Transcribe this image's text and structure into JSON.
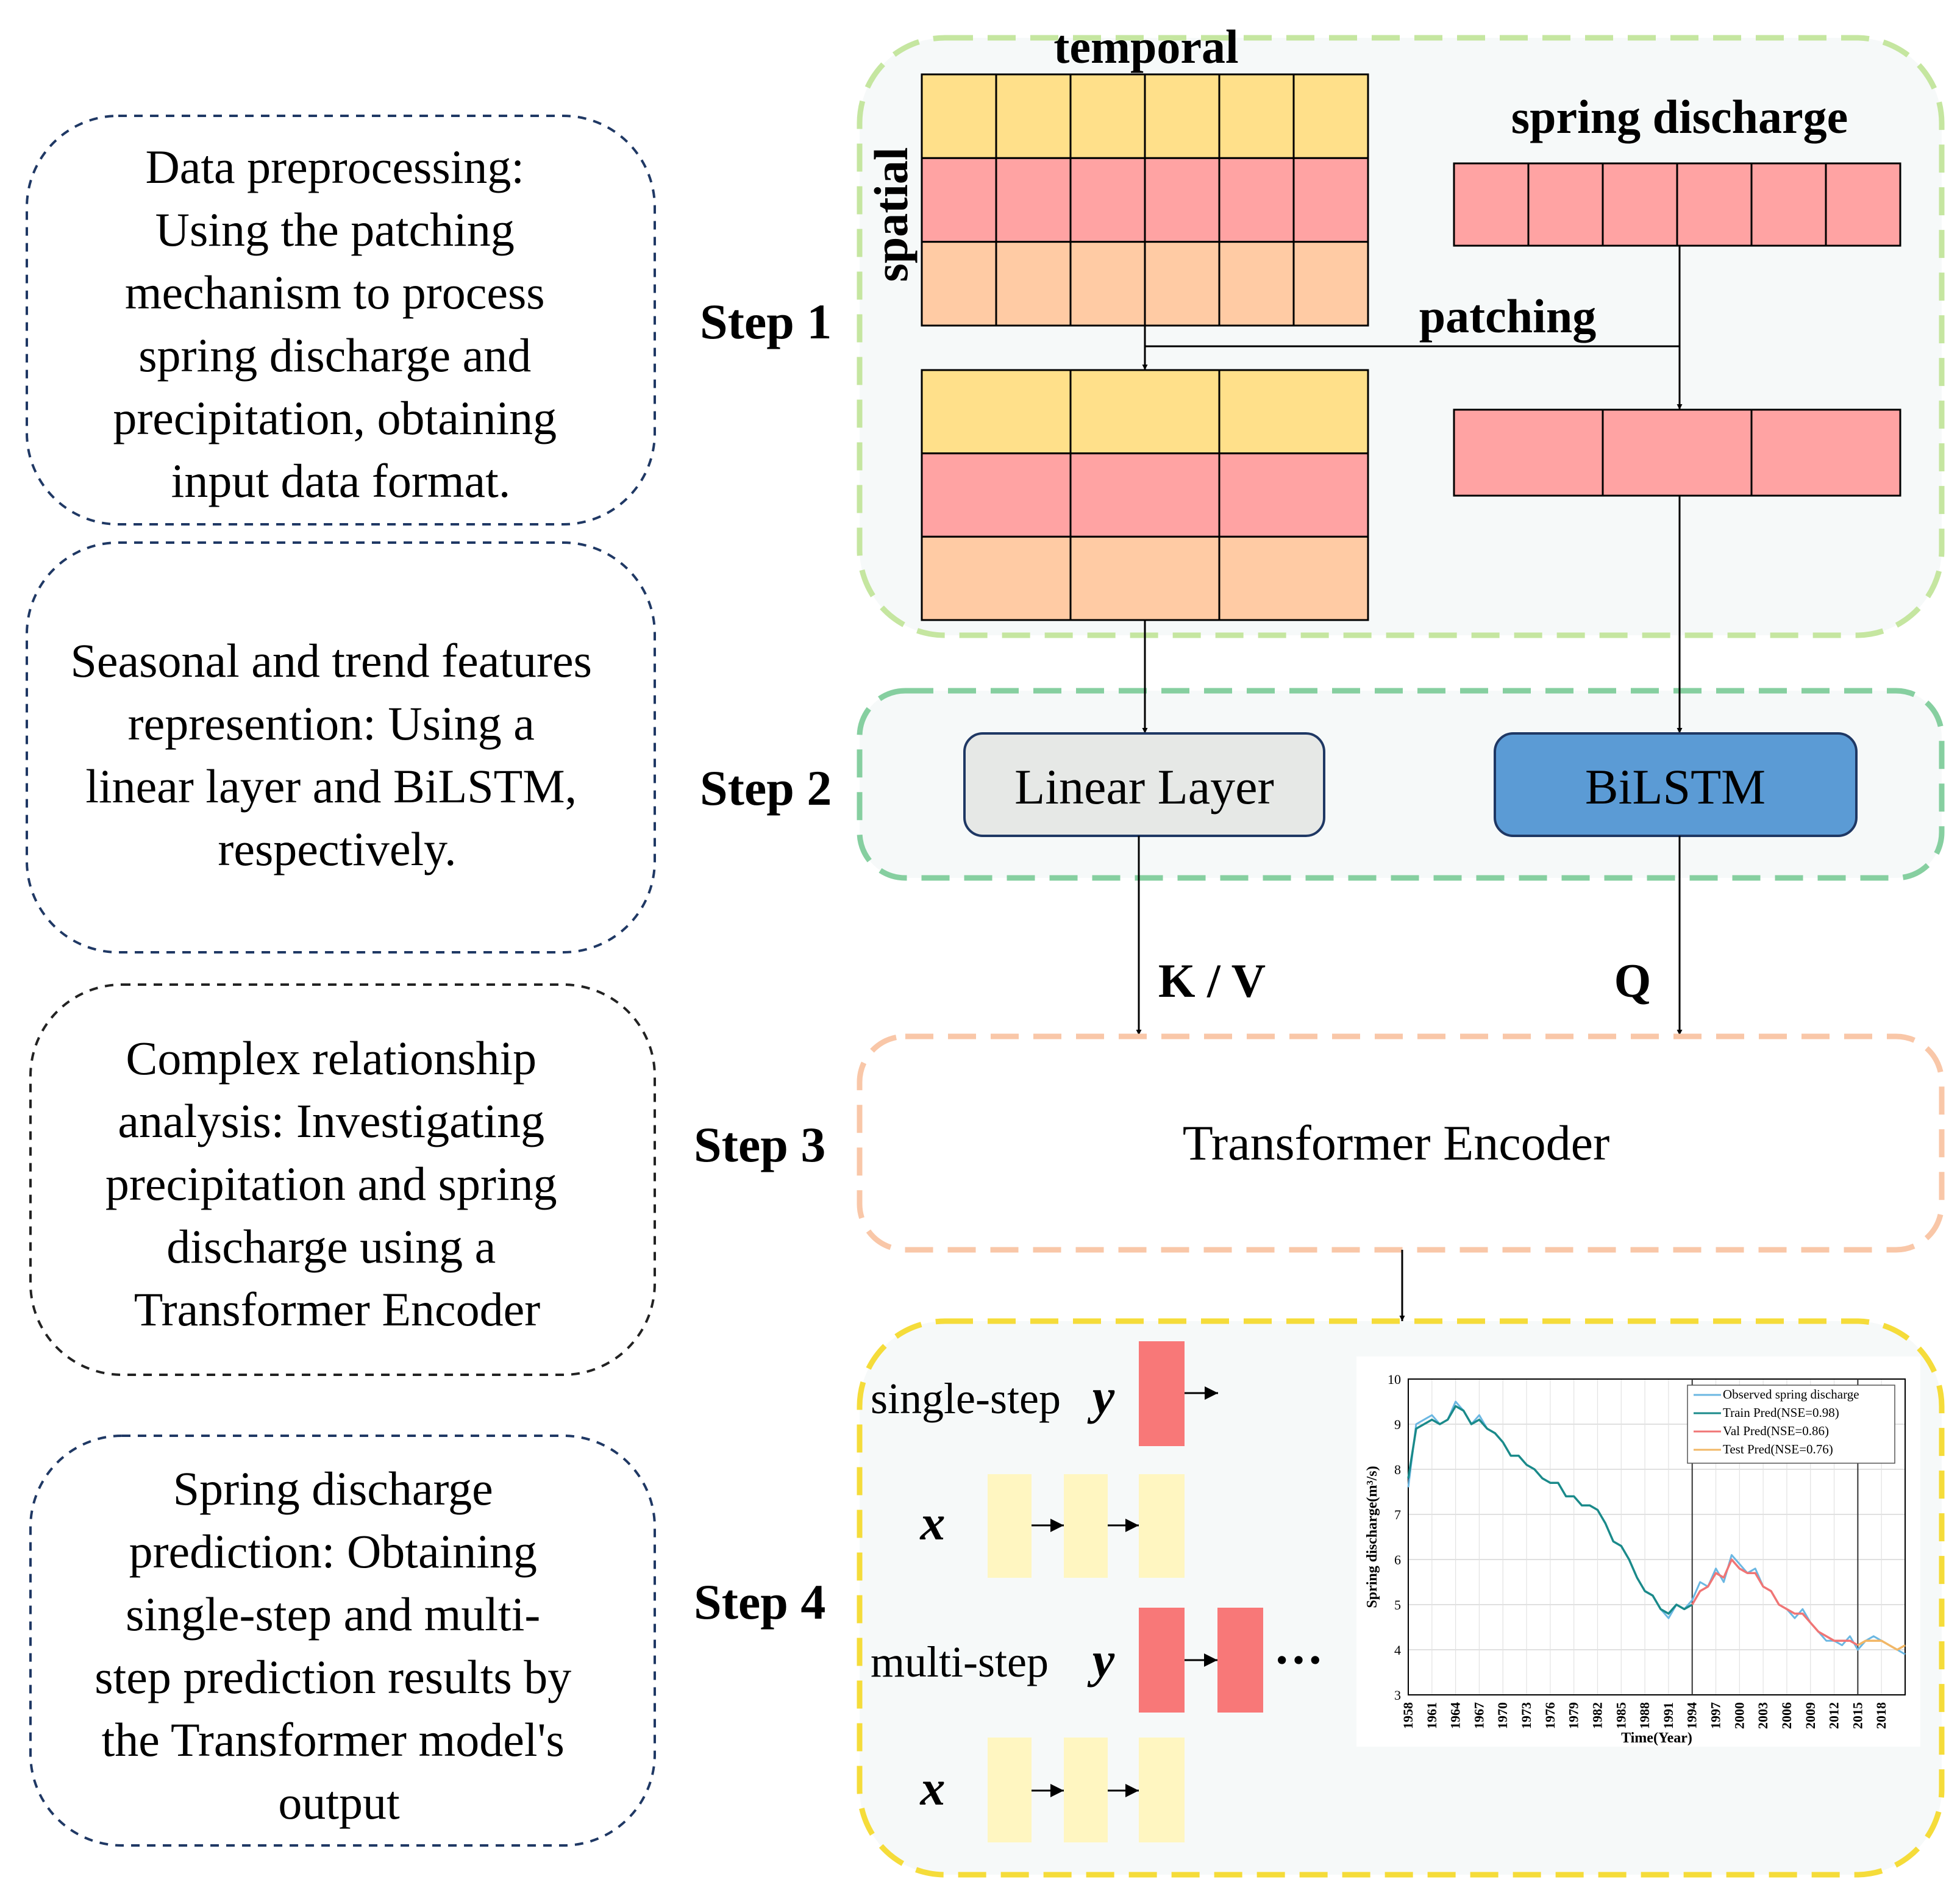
{
  "left_boxes": [
    {
      "lines": [
        "Data preprocessing:",
        "Using the patching",
        "mechanism to process",
        "spring discharge and",
        "precipitation, obtaining",
        "input data format."
      ]
    },
    {
      "lines": [
        "Seasonal and trend features",
        "represention: Using a",
        "linear layer and BiLSTM,",
        "respectively."
      ]
    },
    {
      "lines": [
        "Complex relationship",
        "analysis: Investigating",
        "precipitation and spring",
        "discharge using a",
        "Transformer Encoder"
      ]
    },
    {
      "lines": [
        "Spring discharge",
        "prediction: Obtaining",
        "single-step and multi-",
        "step prediction results by",
        "the Transformer model's",
        "output"
      ]
    }
  ],
  "steps": [
    "Step 1",
    "Step 2",
    "Step 3",
    "Step 4"
  ],
  "step1": {
    "temporal": "temporal",
    "spatial": "spatial",
    "spring_discharge": "spring discharge",
    "patching": "patching"
  },
  "step2": {
    "linear": "Linear Layer",
    "bilstm": "BiLSTM"
  },
  "arrows": {
    "kv": "K / V",
    "q": "Q"
  },
  "step3": {
    "encoder": "Transformer Encoder"
  },
  "step4": {
    "single_step": "single-step",
    "multi_step": "multi-step",
    "y": "y",
    "x": "x",
    "dots": "···"
  },
  "colors": {
    "yellow": "#FFE08A",
    "red": "#FFA3A3",
    "orange": "#FFCBA4",
    "single_red": "#F87878",
    "input_yellow": "#FFF6C1",
    "linear_fill": "#E6E8E6",
    "bilstm_fill": "#5B9BD5",
    "step1_border": "#C5E6A0",
    "step2_border": "#86CFA0",
    "step3_border": "#F9C7A8",
    "step4_border": "#F5DC3A",
    "box_navy": "#1F3864",
    "panel_bg": "#F6F9F9"
  },
  "chart_data": {
    "type": "line",
    "xlabel": "Time(Year)",
    "ylabel": "Spring discharge(m³/s)",
    "ylim": [
      3,
      10
    ],
    "yticks": [
      3,
      4,
      5,
      6,
      7,
      8,
      9,
      10
    ],
    "xticks": [
      "1958",
      "1961",
      "1964",
      "1967",
      "1970",
      "1973",
      "1976",
      "1979",
      "1982",
      "1985",
      "1988",
      "1991",
      "1994",
      "1997",
      "2000",
      "2003",
      "2006",
      "2009",
      "2012",
      "2015",
      "2018"
    ],
    "xlim": [
      1958,
      2021
    ],
    "vlines": [
      1994,
      2015
    ],
    "grid": true,
    "legend_position": "top-right",
    "series": [
      {
        "name": "Observed spring discharge",
        "color": "#6BB7E2",
        "x": [
          1958,
          1959,
          1960,
          1961,
          1962,
          1963,
          1964,
          1965,
          1966,
          1967,
          1968,
          1969,
          1970,
          1971,
          1972,
          1973,
          1974,
          1975,
          1976,
          1977,
          1978,
          1979,
          1980,
          1981,
          1982,
          1983,
          1984,
          1985,
          1986,
          1987,
          1988,
          1989,
          1990,
          1991,
          1992,
          1993,
          1994,
          1995,
          1996,
          1997,
          1998,
          1999,
          2000,
          2001,
          2002,
          2003,
          2004,
          2005,
          2006,
          2007,
          2008,
          2009,
          2010,
          2011,
          2012,
          2013,
          2014,
          2015,
          2016,
          2017,
          2018,
          2019,
          2020,
          2021
        ],
        "y": [
          7.6,
          9.0,
          9.1,
          9.2,
          9.0,
          9.1,
          9.5,
          9.3,
          9.0,
          9.2,
          8.9,
          8.8,
          8.6,
          8.3,
          8.3,
          8.1,
          8.0,
          7.8,
          7.7,
          7.7,
          7.4,
          7.4,
          7.2,
          7.2,
          7.1,
          6.8,
          6.4,
          6.3,
          6.0,
          5.6,
          5.3,
          5.2,
          4.9,
          4.7,
          5.0,
          4.9,
          5.1,
          5.5,
          5.4,
          5.8,
          5.5,
          6.1,
          5.9,
          5.7,
          5.8,
          5.4,
          5.3,
          5.0,
          4.9,
          4.7,
          4.9,
          4.6,
          4.4,
          4.2,
          4.2,
          4.1,
          4.3,
          4.0,
          4.2,
          4.3,
          4.2,
          4.1,
          4.0,
          3.9
        ]
      },
      {
        "name": "Train Pred(NSE=0.98)",
        "color": "#1A8A8A",
        "x": [
          1958,
          1959,
          1960,
          1961,
          1962,
          1963,
          1964,
          1965,
          1966,
          1967,
          1968,
          1969,
          1970,
          1971,
          1972,
          1973,
          1974,
          1975,
          1976,
          1977,
          1978,
          1979,
          1980,
          1981,
          1982,
          1983,
          1984,
          1985,
          1986,
          1987,
          1988,
          1989,
          1990,
          1991,
          1992,
          1993,
          1994
        ],
        "y": [
          7.8,
          8.9,
          9.0,
          9.1,
          9.0,
          9.1,
          9.4,
          9.3,
          9.0,
          9.1,
          8.9,
          8.8,
          8.6,
          8.3,
          8.3,
          8.1,
          8.0,
          7.8,
          7.7,
          7.7,
          7.4,
          7.4,
          7.2,
          7.2,
          7.1,
          6.8,
          6.4,
          6.3,
          6.0,
          5.6,
          5.3,
          5.2,
          4.9,
          4.8,
          5.0,
          4.9,
          5.0
        ]
      },
      {
        "name": "Val Pred(NSE=0.86)",
        "color": "#F07575",
        "x": [
          1994,
          1995,
          1996,
          1997,
          1998,
          1999,
          2000,
          2001,
          2002,
          2003,
          2004,
          2005,
          2006,
          2007,
          2008,
          2009,
          2010,
          2011,
          2012,
          2013,
          2014,
          2015
        ],
        "y": [
          5.0,
          5.3,
          5.4,
          5.7,
          5.6,
          6.0,
          5.8,
          5.7,
          5.7,
          5.4,
          5.3,
          5.0,
          4.9,
          4.8,
          4.8,
          4.6,
          4.4,
          4.3,
          4.2,
          4.2,
          4.2,
          4.1
        ]
      },
      {
        "name": "Test Pred(NSE=0.76)",
        "color": "#F2B766",
        "x": [
          2015,
          2016,
          2017,
          2018,
          2019,
          2020,
          2021
        ],
        "y": [
          4.1,
          4.2,
          4.2,
          4.2,
          4.1,
          4.0,
          4.1
        ]
      }
    ]
  }
}
